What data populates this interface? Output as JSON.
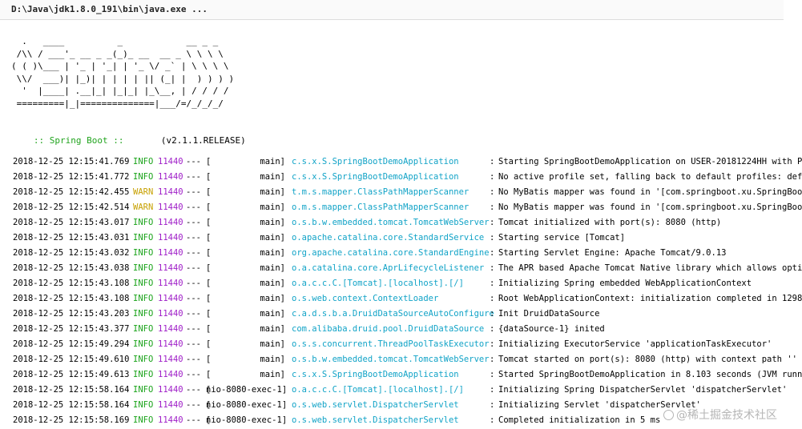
{
  "command": "D:\\Java\\jdk1.8.0_191\\bin\\java.exe ...",
  "banner_art": "  .   ____          _            __ _ _\n /\\\\ / ___'_ __ _ _(_)_ __  __ _ \\ \\ \\ \\\n( ( )\\___ | '_ | '_| | '_ \\/ _` | \\ \\ \\ \\\n \\\\/  ___)| |_)| | | | | || (_| |  ) ) ) )\n  '  |____| .__|_| |_|_| |_\\__, | / / / /\n =========|_|==============|___/=/_/_/_/",
  "boot": {
    "label": " :: Spring Boot :: ",
    "version": "      (v2.1.1.RELEASE)"
  },
  "colors": {
    "info": "#1aa31a",
    "warn": "#c7a000",
    "pid": "#a020c8",
    "logger": "#11a3c7",
    "spring_boot_label": "#22a41f"
  },
  "log": [
    {
      "ts": "2018-12-25 12:15:41.769",
      "level": "INFO",
      "pid": "11440",
      "sep": "---",
      "thread": "main",
      "logger": "c.s.x.S.SpringBootDemoApplication",
      "msg": "Starting SpringBootDemoApplication on USER-20181224HH with P"
    },
    {
      "ts": "2018-12-25 12:15:41.772",
      "level": "INFO",
      "pid": "11440",
      "sep": "---",
      "thread": "main",
      "logger": "c.s.x.S.SpringBootDemoApplication",
      "msg": "No active profile set, falling back to default profiles: def"
    },
    {
      "ts": "2018-12-25 12:15:42.455",
      "level": "WARN",
      "pid": "11440",
      "sep": "---",
      "thread": "main",
      "logger": "t.m.s.mapper.ClassPathMapperScanner",
      "msg": "No MyBatis mapper was found in '[com.springboot.xu.SpringBoo"
    },
    {
      "ts": "2018-12-25 12:15:42.514",
      "level": "WARN",
      "pid": "11440",
      "sep": "---",
      "thread": "main",
      "logger": "o.m.s.mapper.ClassPathMapperScanner",
      "msg": "No MyBatis mapper was found in '[com.springboot.xu.SpringBoo"
    },
    {
      "ts": "2018-12-25 12:15:43.017",
      "level": "INFO",
      "pid": "11440",
      "sep": "---",
      "thread": "main",
      "logger": "o.s.b.w.embedded.tomcat.TomcatWebServer",
      "msg": "Tomcat initialized with port(s): 8080 (http)"
    },
    {
      "ts": "2018-12-25 12:15:43.031",
      "level": "INFO",
      "pid": "11440",
      "sep": "---",
      "thread": "main",
      "logger": "o.apache.catalina.core.StandardService",
      "msg": "Starting service [Tomcat]"
    },
    {
      "ts": "2018-12-25 12:15:43.032",
      "level": "INFO",
      "pid": "11440",
      "sep": "---",
      "thread": "main",
      "logger": "org.apache.catalina.core.StandardEngine",
      "msg": "Starting Servlet Engine: Apache Tomcat/9.0.13"
    },
    {
      "ts": "2018-12-25 12:15:43.038",
      "level": "INFO",
      "pid": "11440",
      "sep": "---",
      "thread": "main",
      "logger": "o.a.catalina.core.AprLifecycleListener",
      "msg": "The APR based Apache Tomcat Native library which allows opti"
    },
    {
      "ts": "2018-12-25 12:15:43.108",
      "level": "INFO",
      "pid": "11440",
      "sep": "---",
      "thread": "main",
      "logger": "o.a.c.c.C.[Tomcat].[localhost].[/]",
      "msg": "Initializing Spring embedded WebApplicationContext"
    },
    {
      "ts": "2018-12-25 12:15:43.108",
      "level": "INFO",
      "pid": "11440",
      "sep": "---",
      "thread": "main",
      "logger": "o.s.web.context.ContextLoader",
      "msg": "Root WebApplicationContext: initialization completed in 1298"
    },
    {
      "ts": "2018-12-25 12:15:43.203",
      "level": "INFO",
      "pid": "11440",
      "sep": "---",
      "thread": "main",
      "logger": "c.a.d.s.b.a.DruidDataSourceAutoConfigure",
      "msg": "Init DruidDataSource"
    },
    {
      "ts": "2018-12-25 12:15:43.377",
      "level": "INFO",
      "pid": "11440",
      "sep": "---",
      "thread": "main",
      "logger": "com.alibaba.druid.pool.DruidDataSource",
      "msg": "{dataSource-1} inited"
    },
    {
      "ts": "2018-12-25 12:15:49.294",
      "level": "INFO",
      "pid": "11440",
      "sep": "---",
      "thread": "main",
      "logger": "o.s.s.concurrent.ThreadPoolTaskExecutor",
      "msg": "Initializing ExecutorService 'applicationTaskExecutor'"
    },
    {
      "ts": "2018-12-25 12:15:49.610",
      "level": "INFO",
      "pid": "11440",
      "sep": "---",
      "thread": "main",
      "logger": "o.s.b.w.embedded.tomcat.TomcatWebServer",
      "msg": "Tomcat started on port(s): 8080 (http) with context path ''"
    },
    {
      "ts": "2018-12-25 12:15:49.613",
      "level": "INFO",
      "pid": "11440",
      "sep": "---",
      "thread": "main",
      "logger": "c.s.x.S.SpringBootDemoApplication",
      "msg": "Started SpringBootDemoApplication in 8.103 seconds (JVM runn"
    },
    {
      "ts": "2018-12-25 12:15:58.164",
      "level": "INFO",
      "pid": "11440",
      "sep": "---",
      "thread": "nio-8080-exec-1",
      "logger": "o.a.c.c.C.[Tomcat].[localhost].[/]",
      "msg": "Initializing Spring DispatcherServlet 'dispatcherServlet'"
    },
    {
      "ts": "2018-12-25 12:15:58.164",
      "level": "INFO",
      "pid": "11440",
      "sep": "---",
      "thread": "nio-8080-exec-1",
      "logger": "o.s.web.servlet.DispatcherServlet",
      "msg": "Initializing Servlet 'dispatcherServlet'"
    },
    {
      "ts": "2018-12-25 12:15:58.169",
      "level": "INFO",
      "pid": "11440",
      "sep": "---",
      "thread": "nio-8080-exec-1",
      "logger": "o.s.web.servlet.DispatcherServlet",
      "msg": "Completed initialization in 5 ms"
    }
  ],
  "watermark": "@稀土掘金技术社区"
}
